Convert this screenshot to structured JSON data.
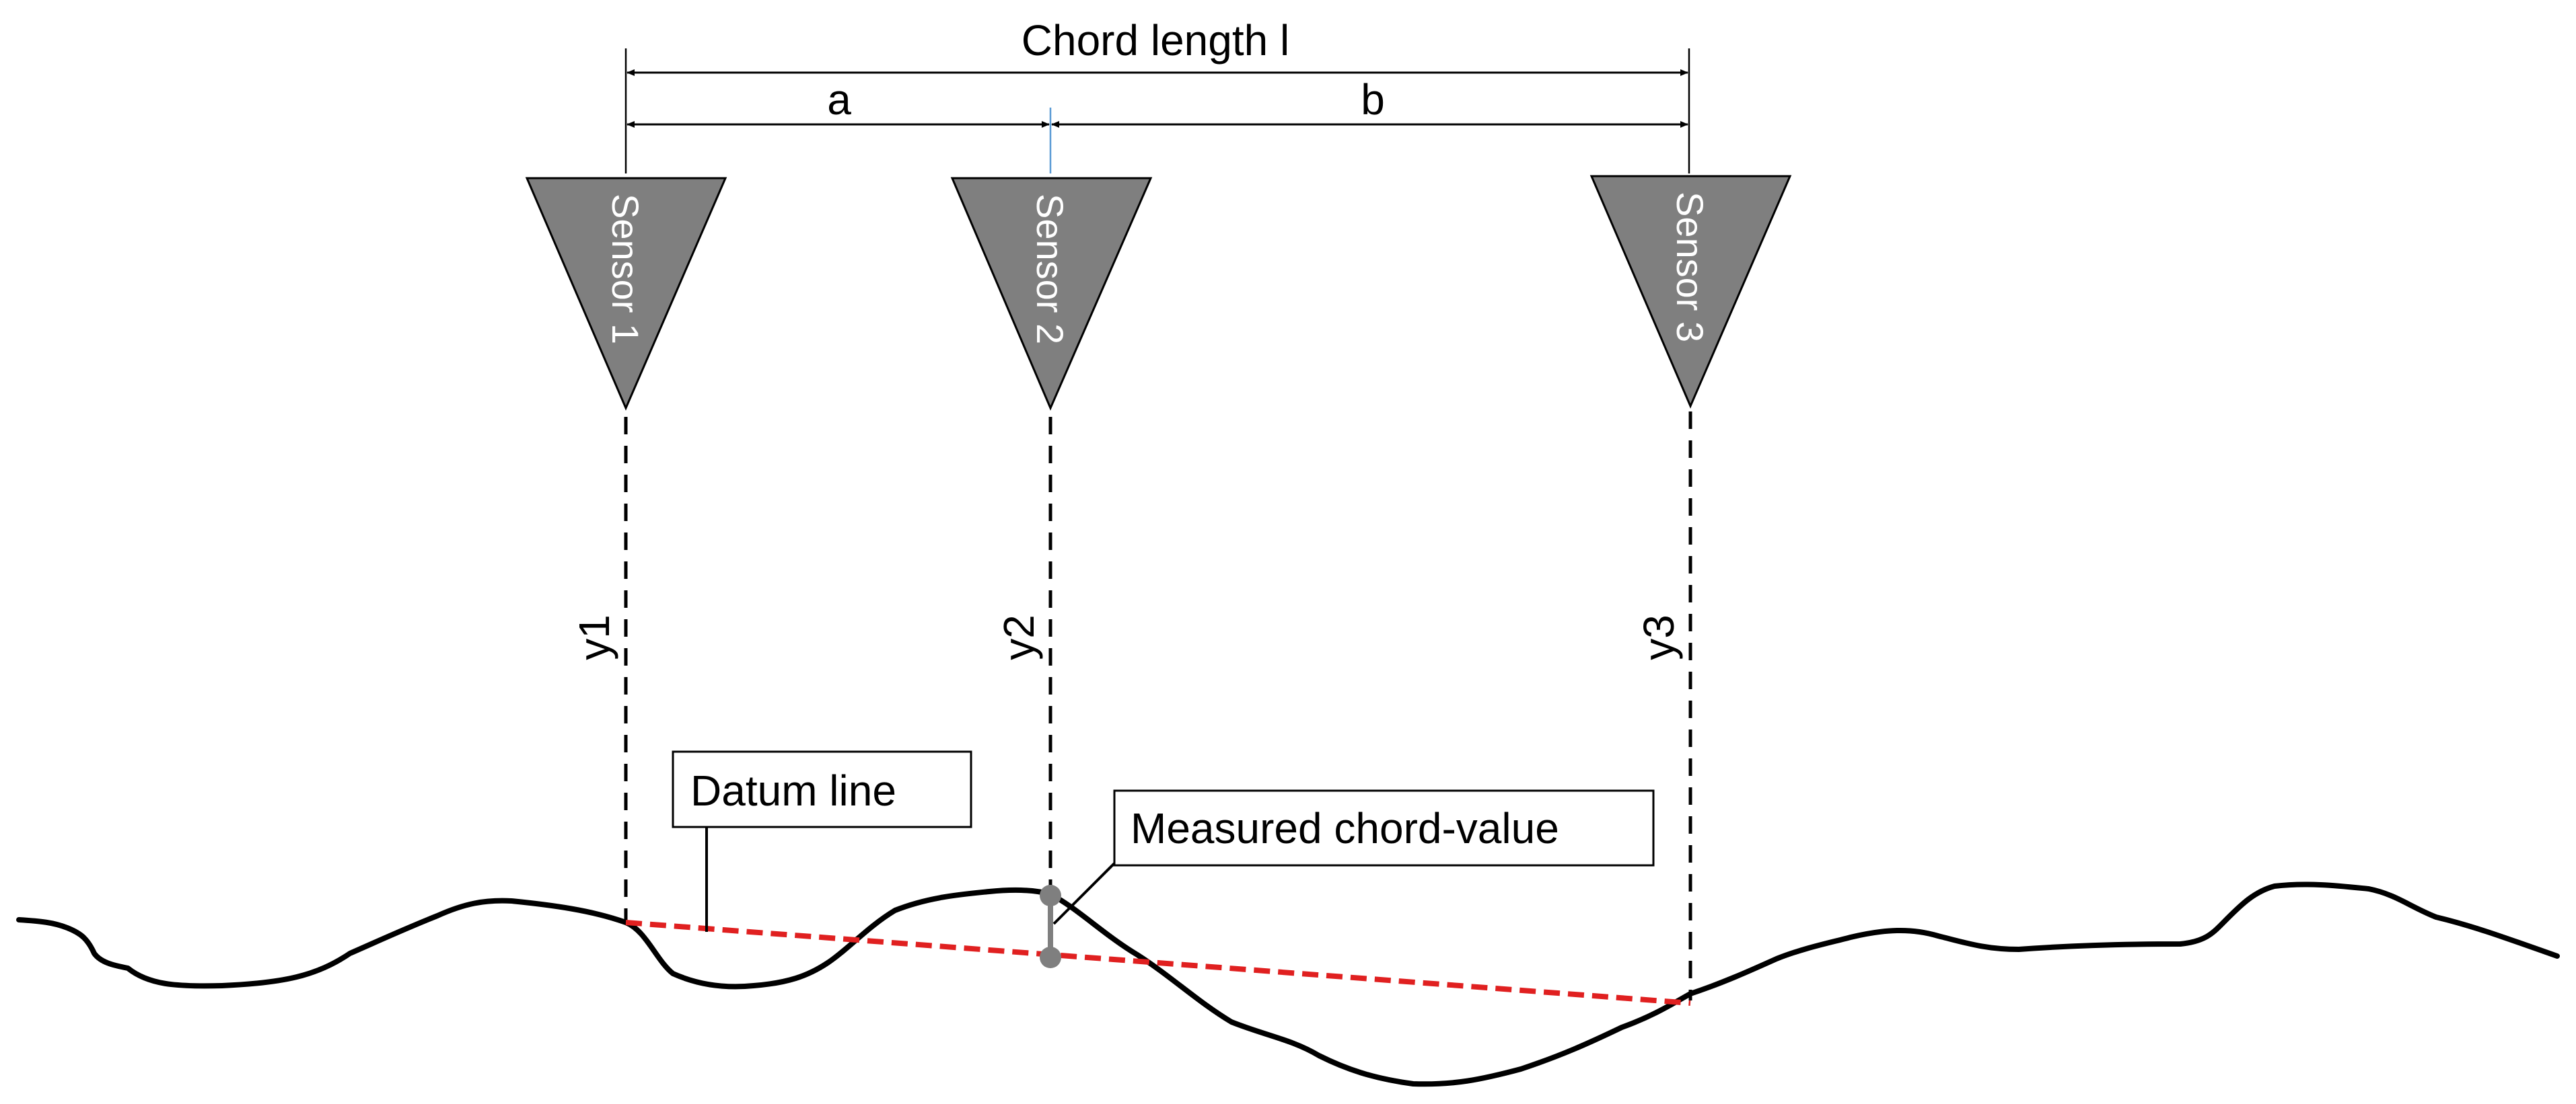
{
  "labels": {
    "chord_length": "Chord length l",
    "a": "a",
    "b": "b",
    "y1": "y1",
    "y2": "y2",
    "y3": "y3",
    "datum_line": "Datum line",
    "measured_chord_value": "Measured chord-value"
  },
  "sensors": [
    {
      "label": "Sensor 1"
    },
    {
      "label": "Sensor 2"
    },
    {
      "label": "Sensor 3"
    }
  ],
  "colors": {
    "sensor_fill": "#7f7f7f",
    "datum_line": "#e02020",
    "ground_profile": "#000000",
    "measurement_marker": "#7f7f7f"
  }
}
